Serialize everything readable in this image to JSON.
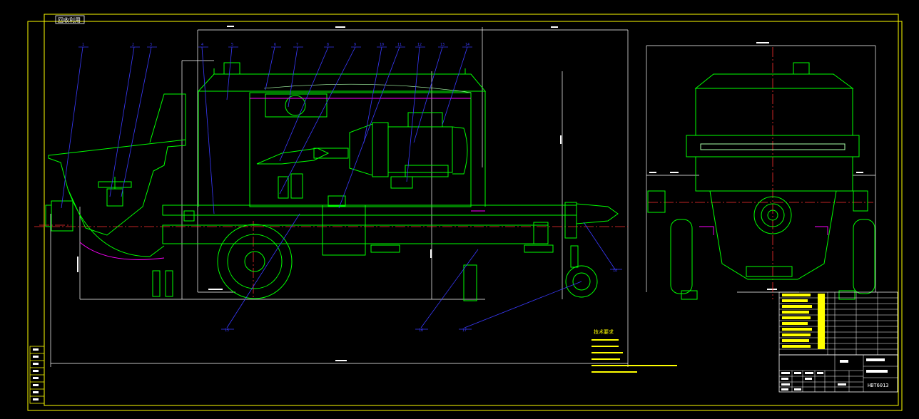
{
  "drawing": {
    "stamp": "回收利用",
    "model_no": "HBT6013",
    "tech_notes_title": "技术要求"
  },
  "balloons": {
    "top": [
      "1",
      "2",
      "3",
      "4",
      "5",
      "6",
      "7",
      "8",
      "9",
      "10",
      "11",
      "12",
      "13",
      "14"
    ],
    "bottom": [
      "15",
      "16",
      "17"
    ],
    "right": "18"
  },
  "colors": {
    "background": "#000000",
    "frame": "#ffff00",
    "outline": "#00ff00",
    "dimension": "#ffffff",
    "leader": "#3a3aff",
    "centerline": "#ff3030",
    "hidden": "#ff00ff"
  }
}
